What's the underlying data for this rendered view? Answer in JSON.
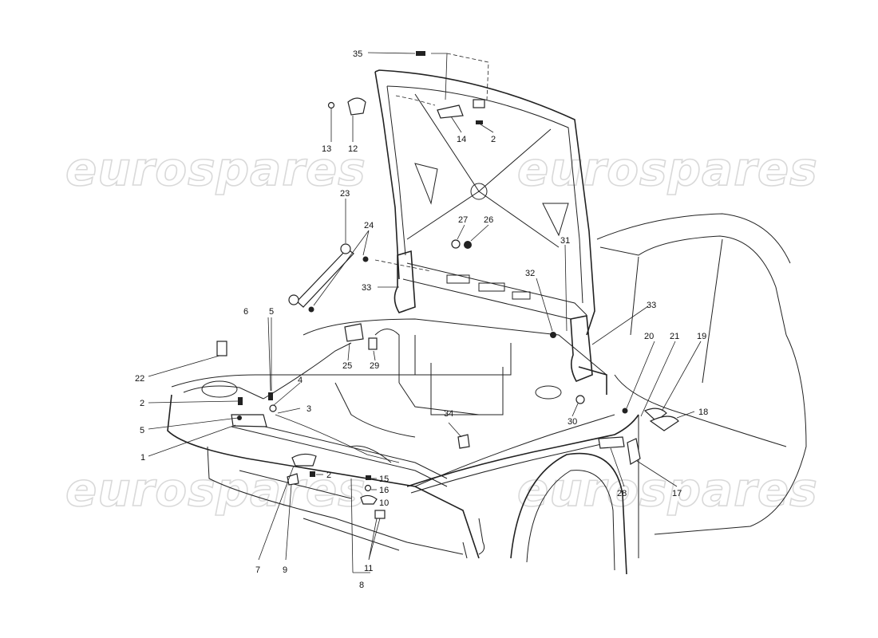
{
  "watermark": {
    "text": "eurospares",
    "color": "#d9d9d9"
  },
  "callouts": [
    {
      "id": "c35",
      "label": "35"
    },
    {
      "id": "c13",
      "label": "13"
    },
    {
      "id": "c12",
      "label": "12"
    },
    {
      "id": "c14",
      "label": "14"
    },
    {
      "id": "c2a",
      "label": "2"
    },
    {
      "id": "c23",
      "label": "23"
    },
    {
      "id": "c24",
      "label": "24"
    },
    {
      "id": "c27",
      "label": "27"
    },
    {
      "id": "c26",
      "label": "26"
    },
    {
      "id": "c31",
      "label": "31"
    },
    {
      "id": "c32",
      "label": "32"
    },
    {
      "id": "c33a",
      "label": "33"
    },
    {
      "id": "c33b",
      "label": "33"
    },
    {
      "id": "c6",
      "label": "6"
    },
    {
      "id": "c5a",
      "label": "5"
    },
    {
      "id": "c22",
      "label": "22"
    },
    {
      "id": "c25",
      "label": "25"
    },
    {
      "id": "c29",
      "label": "29"
    },
    {
      "id": "c4",
      "label": "4"
    },
    {
      "id": "c3",
      "label": "3"
    },
    {
      "id": "c2b",
      "label": "2"
    },
    {
      "id": "c5b",
      "label": "5"
    },
    {
      "id": "c1",
      "label": "1"
    },
    {
      "id": "c20",
      "label": "20"
    },
    {
      "id": "c21",
      "label": "21"
    },
    {
      "id": "c19",
      "label": "19"
    },
    {
      "id": "c18",
      "label": "18"
    },
    {
      "id": "c34",
      "label": "34"
    },
    {
      "id": "c30",
      "label": "30"
    },
    {
      "id": "c28",
      "label": "28"
    },
    {
      "id": "c17",
      "label": "17"
    },
    {
      "id": "c2c",
      "label": "2"
    },
    {
      "id": "c15",
      "label": "15"
    },
    {
      "id": "c16",
      "label": "16"
    },
    {
      "id": "c10",
      "label": "10"
    },
    {
      "id": "c7",
      "label": "7"
    },
    {
      "id": "c9",
      "label": "9"
    },
    {
      "id": "c11",
      "label": "11"
    },
    {
      "id": "c8",
      "label": "8"
    }
  ]
}
